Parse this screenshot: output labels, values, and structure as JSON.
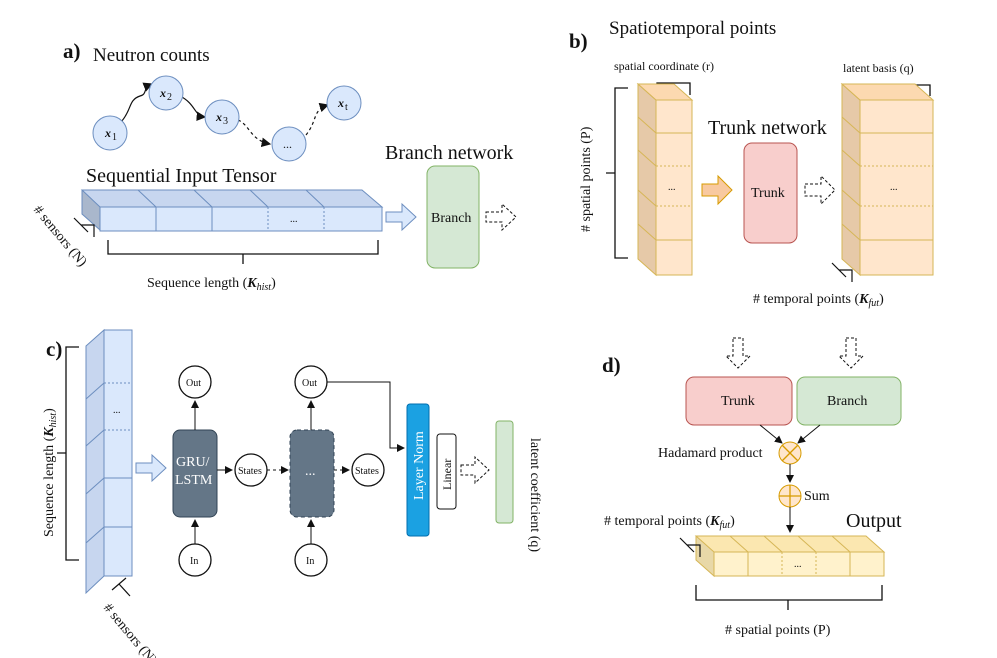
{
  "panels": {
    "a": {
      "letter": "a)",
      "title": "Neutron counts",
      "nodes": {
        "x1": "x",
        "x1_sub": "1",
        "x2": "x",
        "x2_sub": "2",
        "x3": "x",
        "x3_sub": "3",
        "dots": "...",
        "xt": "x",
        "xt_sub": "t"
      },
      "tensor_title": "Sequential Input Tensor",
      "tensor_dots": "...",
      "sensors_label": "# sensors (N)",
      "seq_length_label": "Sequence length (",
      "seq_length_sym": "K",
      "seq_length_sub": "hist",
      "seq_length_close": ")",
      "branch_title": "Branch network",
      "branch_box": "Branch"
    },
    "b": {
      "letter": "b)",
      "title": "Spatiotemporal points",
      "spatial_coord_label": "spatial coordinate (r)",
      "latent_basis_label": "latent basis (q)",
      "spatial_points_label": "# spatial points (P)",
      "trunk_title": "Trunk network",
      "trunk_box": "Trunk",
      "dots_left": "...",
      "dots_right": "...",
      "temporal_label": "# temporal points (",
      "temporal_sym": "K",
      "temporal_sub": "fut",
      "temporal_close": ")"
    },
    "c": {
      "letter": "c)",
      "seq_length_label": "Sequence length (",
      "seq_length_sym": "K",
      "seq_length_sub": "hist",
      "seq_length_close": ")",
      "sensors_label": "# sensors (N)",
      "dots": "...",
      "gru_line1": "GRU/",
      "gru_line2": "LSTM",
      "rnn_dots": "...",
      "out1": "Out",
      "out2": "Out",
      "in1": "In",
      "in2": "In",
      "states1": "States",
      "states2": "States",
      "layer_norm": "Layer Norm",
      "linear": "Linear",
      "latent_coef": "latent coefficient (q)"
    },
    "d": {
      "letter": "d)",
      "trunk_box": "Trunk",
      "branch_box": "Branch",
      "hadamard": "Hadamard product",
      "sum": "Sum",
      "temporal_label": "# temporal points (",
      "temporal_sym": "K",
      "temporal_sub": "fut",
      "temporal_close": ")",
      "output_title": "Output",
      "dots": "...",
      "spatial_label": "# spatial points (P)"
    }
  },
  "colors": {
    "node_fill": "#dae8fc",
    "node_stroke": "#6c8ebf",
    "tensor_fill": "#dae8fc",
    "branch_fill": "#d5e8d4",
    "branch_stroke": "#82b366",
    "trunk_fill": "#f8cecc",
    "trunk_stroke": "#b85450",
    "orange_fill": "#ffe6cc",
    "orange_stroke": "#d6b656",
    "yellow_fill": "#fff2cc",
    "gru_fill": "#647687",
    "layer_norm_fill": "#1ba1e2",
    "op_fill": "#ffe6cc"
  }
}
